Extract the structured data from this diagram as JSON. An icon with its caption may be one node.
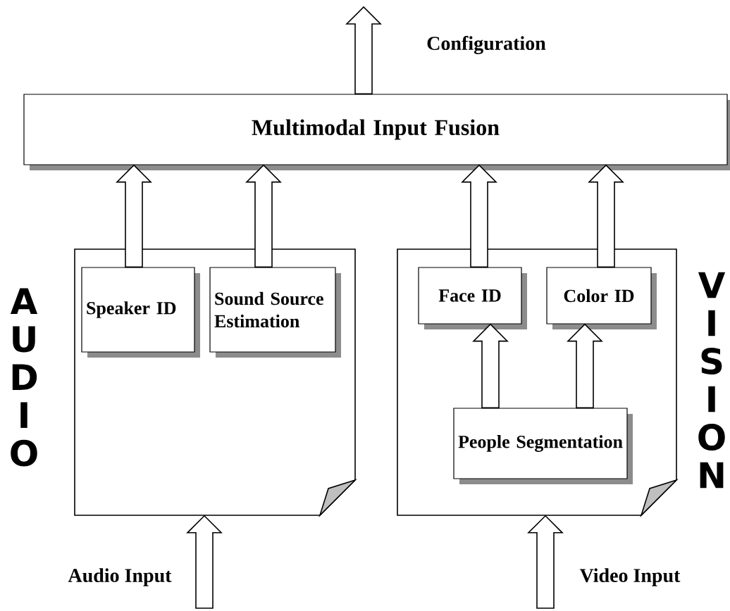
{
  "diagram": {
    "nodes": [
      {
        "text": [
          "Multimodal Input Fusion"
        ]
      },
      {
        "text": [
          "AUDIO"
        ]
      },
      {
        "text": [
          "Speaker ID"
        ],
        "in": 1
      },
      {
        "text": [
          "Sound Source Estimation"
        ],
        "in": 1
      },
      {
        "text": [
          "VISION"
        ]
      },
      {
        "text": [
          "Face ID"
        ],
        "in": 4
      },
      {
        "text": [
          "Color ID"
        ],
        "in": 4
      },
      {
        "text": [
          "People Segmentation"
        ],
        "in": 4
      }
    ],
    "edges": [
      {
        "from": 0,
        "to": null,
        "arrow": "to",
        "label": "Configuration"
      },
      {
        "from": 2,
        "to": 0,
        "arrow": "to"
      },
      {
        "from": 3,
        "to": 0,
        "arrow": "to"
      },
      {
        "from": 5,
        "to": 0,
        "arrow": "to"
      },
      {
        "from": 6,
        "to": 0,
        "arrow": "to"
      },
      {
        "from": 7,
        "to": 5,
        "arrow": "to"
      },
      {
        "from": 7,
        "to": 6,
        "arrow": "to"
      },
      {
        "from": null,
        "to": 1,
        "arrow": "to",
        "label": "Audio Input"
      },
      {
        "from": null,
        "to": 4,
        "arrow": "to",
        "label": "Video Input"
      }
    ]
  }
}
